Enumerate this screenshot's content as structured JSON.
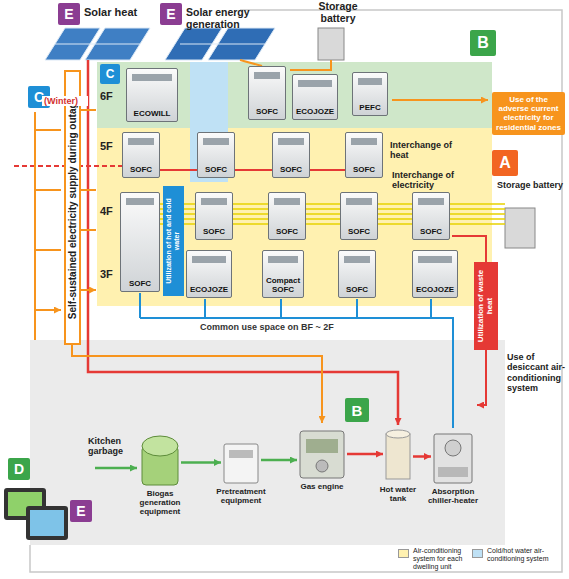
{
  "diagram": {
    "nodes": [
      {
        "text": [
          "E"
        ]
      },
      {
        "text": [
          "E"
        ]
      },
      {
        "text": [
          "B"
        ]
      },
      {
        "text": [
          "C"
        ]
      },
      {
        "text": [
          "ECOWILL"
        ]
      },
      {
        "text": [
          "SOFC"
        ]
      },
      {
        "text": [
          "ECOJOZE"
        ]
      },
      {
        "text": [
          "PEFC"
        ]
      },
      {
        "text": [
          "Use of the adverse current electricity for residential zones"
        ]
      },
      {
        "text": [
          "C"
        ]
      },
      {
        "text": [
          "Self-sustained electricity supply during outage"
        ]
      },
      {
        "text": [
          "A"
        ]
      },
      {
        "text": [
          "SOFC"
        ]
      },
      {
        "text": [
          "SOFC"
        ]
      },
      {
        "text": [
          "SOFC"
        ]
      },
      {
        "text": [
          "SOFC"
        ]
      },
      {
        "text": [
          "SOFC"
        ]
      },
      {
        "text": [
          "SOFC"
        ]
      },
      {
        "text": [
          "SOFC"
        ]
      },
      {
        "text": [
          "SOFC"
        ]
      },
      {
        "text": [
          "SOFC"
        ]
      },
      {
        "text": [
          "Utilization of hot and cold water"
        ]
      },
      {
        "text": [
          "ECOJOZE"
        ]
      },
      {
        "text": [
          "Compact SOFC"
        ]
      },
      {
        "text": [
          "SOFC"
        ]
      },
      {
        "text": [
          "ECOJOZE"
        ]
      },
      {
        "text": [
          "Utilization of waste heat"
        ]
      },
      {
        "text": [
          "D"
        ]
      },
      {
        "text": [
          "E"
        ]
      },
      {
        "text": [
          "Biogas generation equipment"
        ]
      },
      {
        "text": [
          "Pretreatment equipment"
        ]
      },
      {
        "text": [
          "Gas engine"
        ]
      },
      {
        "text": [
          "B"
        ]
      },
      {
        "text": [
          "Hot water tank"
        ]
      },
      {
        "text": [
          "Absorption chiller-heater"
        ]
      }
    ],
    "edges": [
      {
        "from": 29,
        "to": 30,
        "arrow": "to"
      },
      {
        "from": 30,
        "to": 31,
        "arrow": "to"
      },
      {
        "from": 31,
        "to": 33,
        "arrow": "to"
      },
      {
        "from": 33,
        "to": 34,
        "arrow": "to"
      }
    ],
    "labels": [
      "Solar heat",
      "Solar energy generation",
      "Storage battery",
      "6F",
      "(Winter)",
      "Interchange of heat",
      "5F",
      "Interchange of electricity",
      "Storage battery",
      "4F",
      "3F",
      "Common use space on BF ~ 2F",
      "Use of desiccant air-conditioning system",
      "Kitchen garbage"
    ],
    "legend": [
      {
        "text": "Air-conditioning system for each dwelling unit",
        "color": "#fff1b0"
      },
      {
        "text": "Cold/hot water air-conditioning system",
        "color": "#bfe1f5"
      }
    ]
  }
}
